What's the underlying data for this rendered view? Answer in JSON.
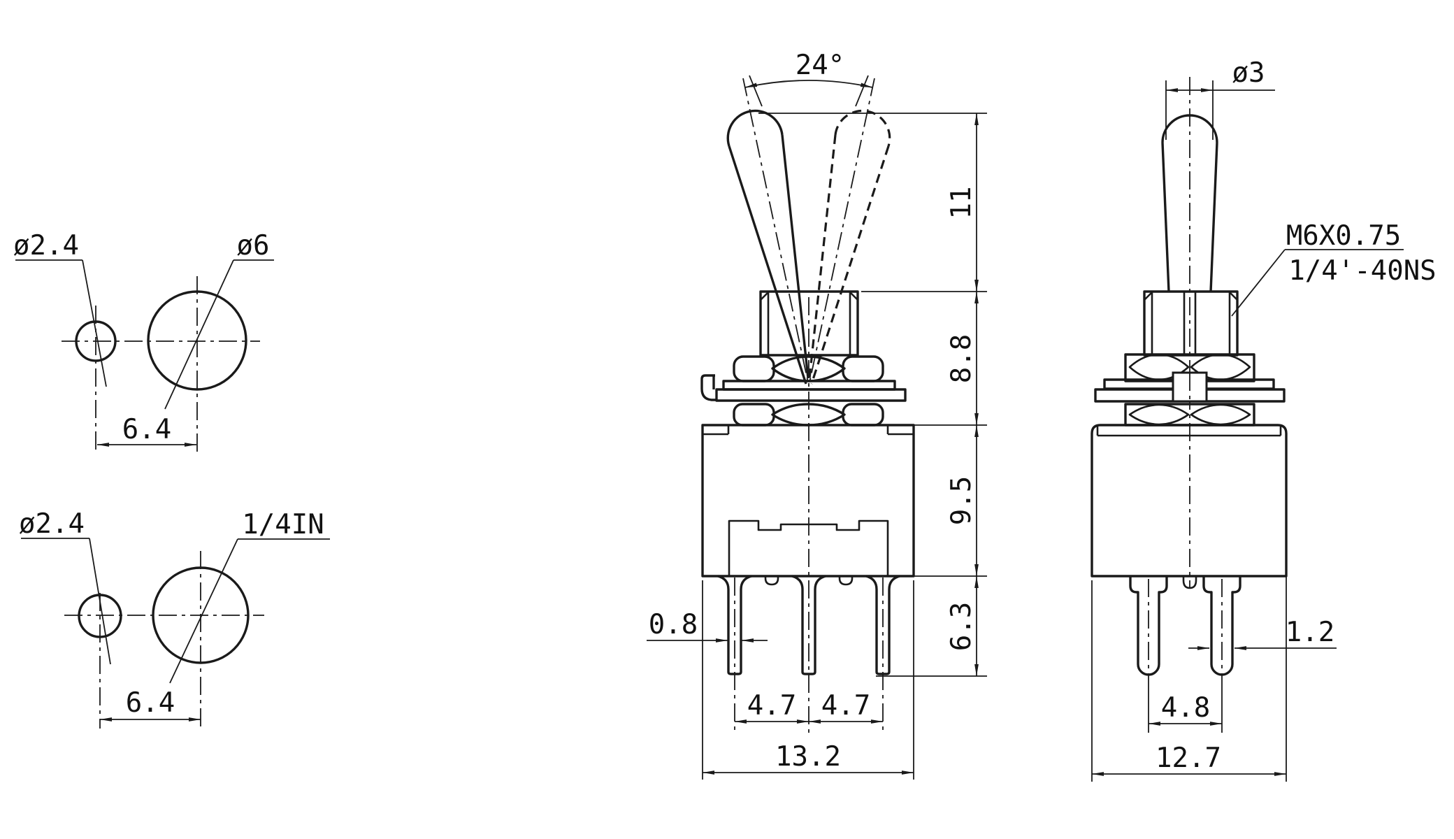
{
  "colors": {
    "line": "#1a1a1a",
    "text": "#111111",
    "background": "#ffffff"
  },
  "panel_cutout_top": {
    "hole_small": "ø2.4",
    "hole_large": "ø6",
    "spacing": "6.4"
  },
  "panel_cutout_bottom": {
    "hole_small": "ø2.4",
    "hole_large": "1/4IN",
    "spacing": "6.4"
  },
  "front_view": {
    "throw_angle": "24°",
    "lever_length": "11",
    "bushing_height": "8.8",
    "body_height": "9.5",
    "terminal_length": "6.3",
    "terminal_thickness": "0.8",
    "terminal_pitch_left": "4.7",
    "terminal_pitch_right": "4.7",
    "body_width": "13.2"
  },
  "side_view": {
    "actuator_diameter": "ø3",
    "thread_spec_metric": "M6X0.75",
    "thread_spec_imperial": "1/4'-40NS",
    "terminal_width": "1.2",
    "terminal_pitch": "4.8",
    "body_depth": "12.7"
  }
}
